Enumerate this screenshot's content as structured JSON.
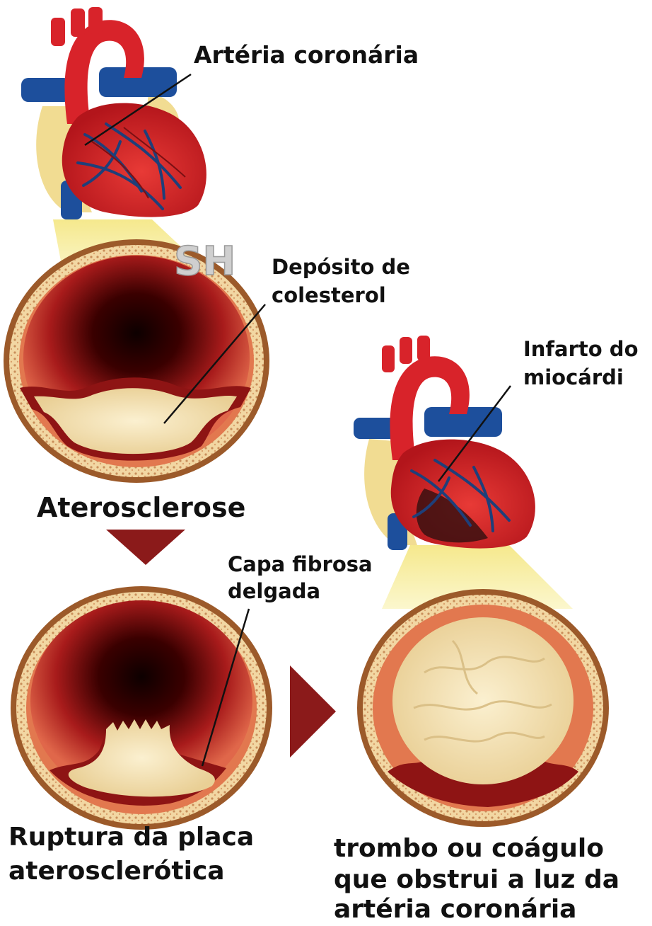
{
  "labels": {
    "coronary_artery": "Artéria coronária",
    "cholesterol_line1": "Depósito de",
    "cholesterol_line2": "colesterol",
    "infarct_line1": "Infarto do",
    "infarct_line2": "miocárdi",
    "atherosclerosis": "Aterosclerose",
    "thin_cap_line1": "Capa fibrosa",
    "thin_cap_line2": "delgada",
    "rupture_line1": "Ruptura da placa",
    "rupture_line2": "aterosclerótica",
    "thrombus_line1": "trombo ou coágulo",
    "thrombus_line2": "que obstrui a luz da",
    "thrombus_line3": "artéria coronária"
  },
  "watermark": "SH",
  "colors": {
    "heart_red": "#d8232a",
    "vessel_blue": "#1d4f9c",
    "fat_yellow": "#f3e3a0",
    "wall_outer": "#e07a4a",
    "wall_inner": "#5a0505",
    "plaque": "#f4e0b4",
    "arrow": "#8b1a1a"
  }
}
